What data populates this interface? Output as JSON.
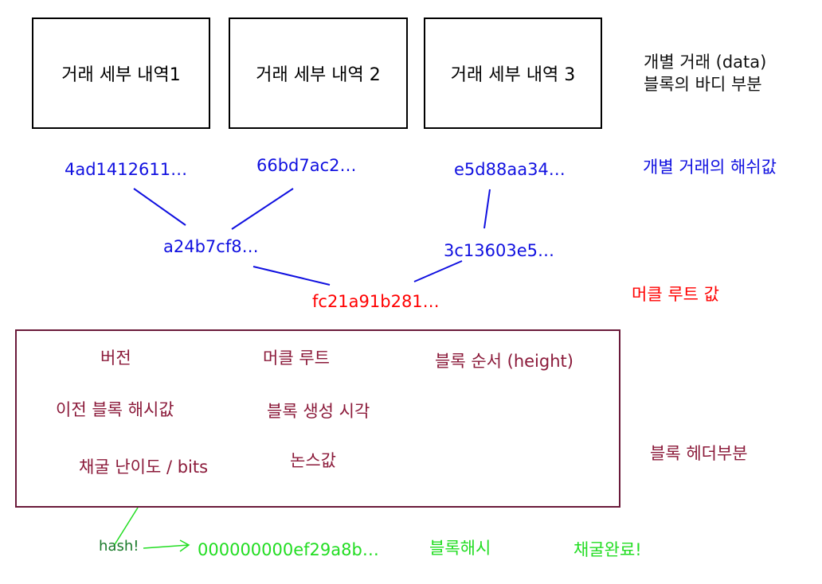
{
  "transactions": [
    {
      "label": "거래 세부 내역1"
    },
    {
      "label": "거래 세부 내역 2"
    },
    {
      "label": "거래 세부 내역 3"
    }
  ],
  "body_description": {
    "line1": "개별 거래 (data)",
    "line2": "블록의 바디 부분"
  },
  "tx_hashes": [
    "4ad1412611…",
    "66bd7ac2…",
    "e5d88aa34…"
  ],
  "tx_hashes_label": "개별 거래의 해쉬값",
  "intermediate_hashes": [
    "a24b7cf8…",
    "3c13603e5…"
  ],
  "merkle_root": {
    "value": "fc21a91b281…",
    "label": "머클 루트 값"
  },
  "header_fields": {
    "version": "버전",
    "merkle_root": "머클 루트",
    "height": "블록 순서 (height)",
    "prev_hash": "이전 블록 해시값",
    "timestamp": "블록 생성 시각",
    "difficulty": "채굴 난이도 / bits",
    "nonce": "논스값"
  },
  "header_label": "블록 헤더부분",
  "mining": {
    "hash_note": "hash!",
    "block_hash": "000000000ef29a8b…",
    "block_hash_label": "블록해시",
    "complete": "채굴완료!"
  },
  "colors": {
    "hash_blue": "#1010e0",
    "merkle_red": "#ff0000",
    "header_maroon": "#8b1a3a",
    "mining_green": "#22dd22"
  }
}
